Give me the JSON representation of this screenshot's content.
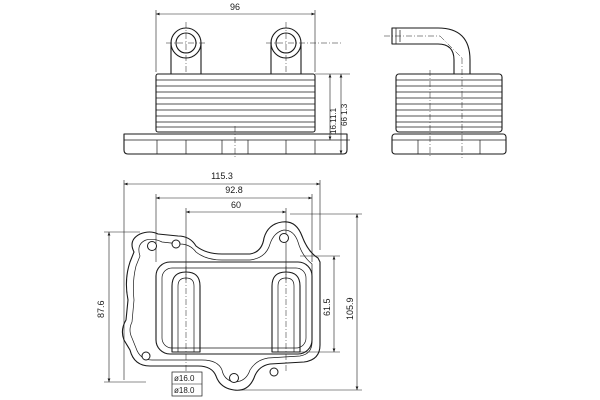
{
  "dimensions": {
    "top_width": "96",
    "right_height_a": "16.11.1",
    "right_height_b": "66 1.3",
    "overall_width": "115.3",
    "mid_width": "92.8",
    "port_spacing": "60",
    "left_height": "87.6",
    "port_vertical": "61.5",
    "overall_height": "105.9",
    "diam_inner": "ø16.0",
    "diam_outer": "ø18.0"
  }
}
